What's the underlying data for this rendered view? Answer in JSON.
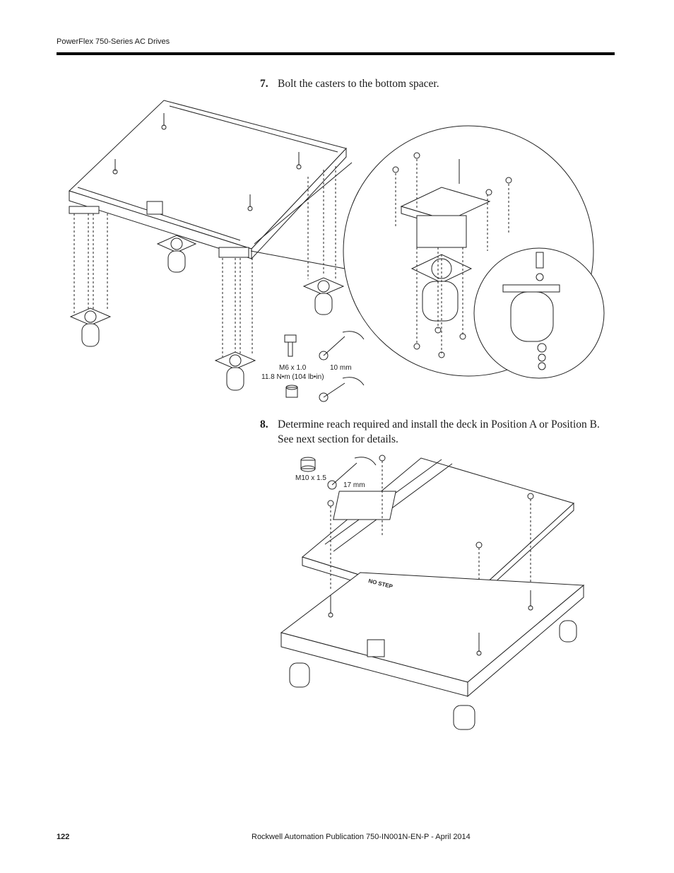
{
  "header": {
    "title": "PowerFlex 750-Series AC Drives"
  },
  "steps": [
    {
      "number": "7.",
      "text": "Bolt the casters to the bottom spacer."
    },
    {
      "number": "8.",
      "text": "Determine reach required and install the deck in Position A or Position B. See next section for details."
    }
  ],
  "figure1": {
    "bolt_label": "M6 x 1.0",
    "torque_label": "11.8 N•m (104 lb•in)",
    "wrench_label": "10 mm"
  },
  "figure2": {
    "nut_label": "M10 x 1.5",
    "wrench_label": "17 mm",
    "deck_marking": "NO STEP"
  },
  "footer": {
    "page_number": "122",
    "publication": "Rockwell Automation Publication 750-IN001N-EN-P - April 2014"
  }
}
